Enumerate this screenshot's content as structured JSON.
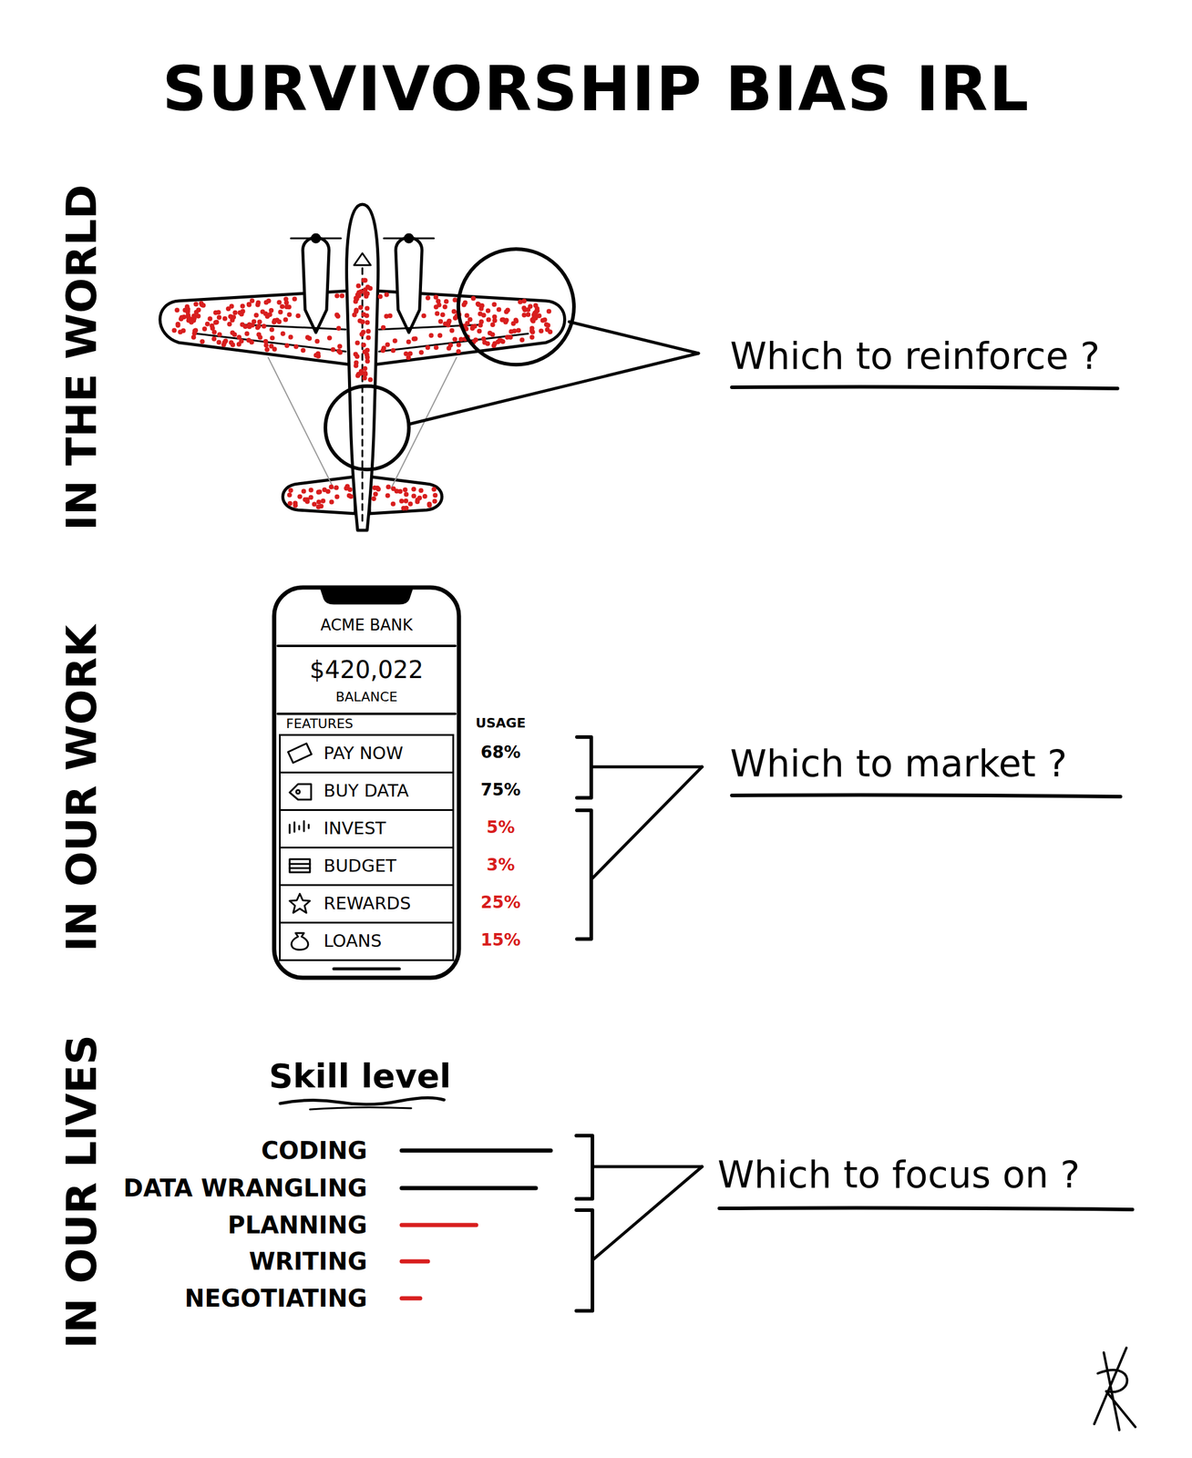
{
  "diagram": {
    "title": "SURVIVORSHIP BIAS IRL",
    "nodes": [
      {
        "text": [
          "ACME BANK",
          "$420,022",
          "BALANCE",
          "FEATURES"
        ]
      },
      {
        "text": [
          "PAY NOW"
        ],
        "in": 0
      },
      {
        "text": [
          "BUY DATA"
        ],
        "in": 0
      },
      {
        "text": [
          "INVEST"
        ],
        "in": 0
      },
      {
        "text": [
          "BUDGET"
        ],
        "in": 0
      },
      {
        "text": [
          "REWARDS"
        ],
        "in": 0
      },
      {
        "text": [
          "LOANS"
        ],
        "in": 0
      }
    ],
    "labels": [
      "IN THE WORLD",
      "Which to reinforce ?",
      "IN OUR WORK",
      "USAGE",
      "68%",
      "75%",
      "5%",
      "3%",
      "25%",
      "15%",
      "Which to market ?",
      "IN OUR LIVES",
      "Skill level",
      "CODING",
      "DATA WRANGLING",
      "PLANNING",
      "WRITING",
      "NEGOTIATING",
      "Which to focus on ?"
    ]
  }
}
